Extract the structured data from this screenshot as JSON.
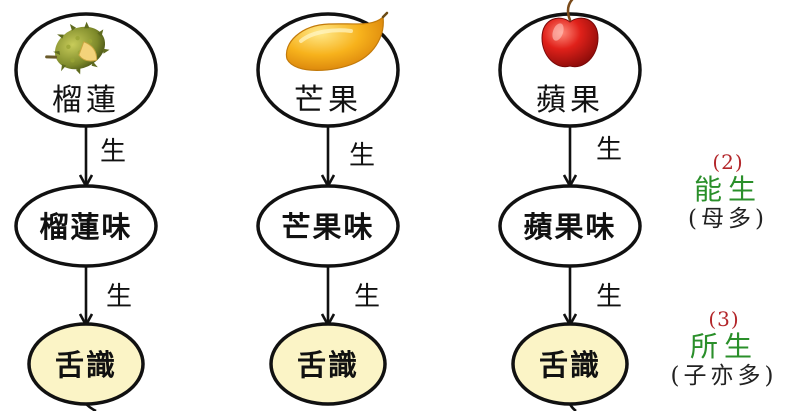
{
  "columns": [
    {
      "id": "durian",
      "fruit_label": "榴蓮",
      "fruit_icon": "durian-icon",
      "taste_label": "榴蓮味",
      "consciousness_label": "舌識"
    },
    {
      "id": "mango",
      "fruit_label": "芒果",
      "fruit_icon": "mango-icon",
      "taste_label": "芒果味",
      "consciousness_label": "舌識"
    },
    {
      "id": "apple",
      "fruit_label": "蘋果",
      "fruit_icon": "apple-icon",
      "taste_label": "蘋果味",
      "consciousness_label": "舌識"
    }
  ],
  "edge_label": "生",
  "side_notes": [
    {
      "number": "(2)",
      "term": "能生",
      "note": "(母多)"
    },
    {
      "number": "(3)",
      "term": "所生",
      "note": "(子亦多)"
    }
  ],
  "colors": {
    "node_fill": "#ffffff",
    "consciousness_fill": "#fbf4c6",
    "stroke": "#111111",
    "number": "#b3262a",
    "term": "#2a8f2a"
  }
}
